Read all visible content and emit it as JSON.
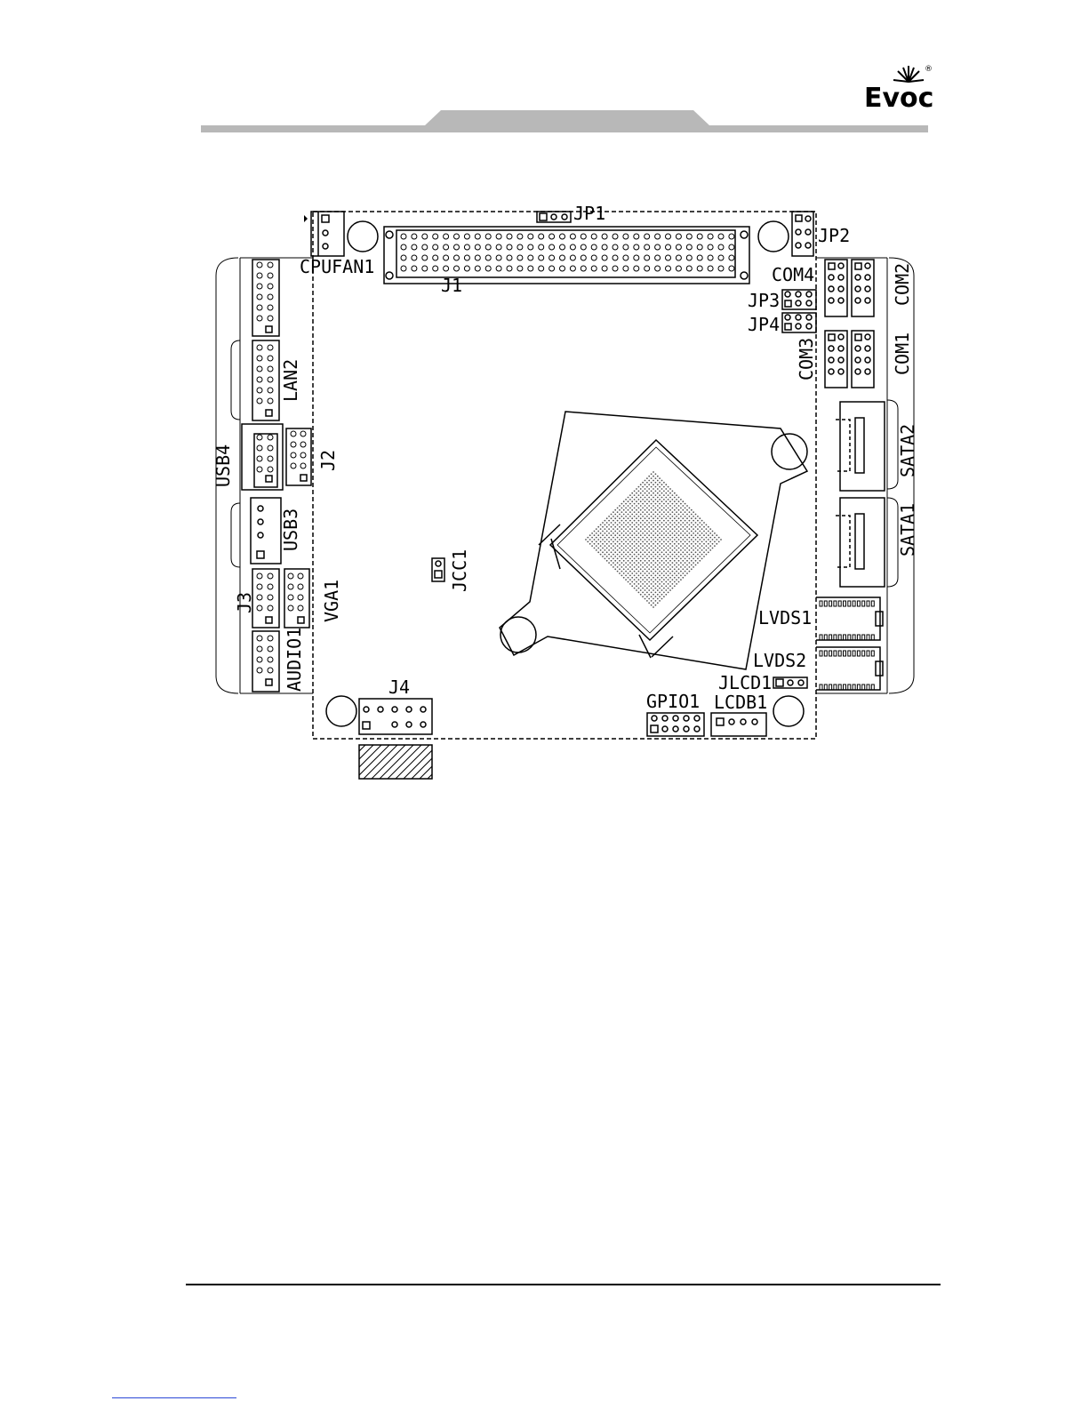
{
  "header": {
    "logo_text": "Evoc",
    "logo_registered": "®"
  },
  "board": {
    "labels": {
      "jp1": "JP1",
      "jp2": "JP2",
      "cpufan1": "CPUFAN1",
      "j1": "J1",
      "com4": "COM4",
      "com2": "COM2",
      "jp3": "JP3",
      "jp4": "JP4",
      "com3": "COM3",
      "com1": "COM1",
      "lan2": "LAN2",
      "usb4": "USB4",
      "j2": "J2",
      "usb3": "USB3",
      "sata2": "SATA2",
      "sata1": "SATA1",
      "jcc1": "JCC1",
      "j3": "J3",
      "vga1": "VGA1",
      "audio1": "AUDIO1",
      "lvds1": "LVDS1",
      "lvds2": "LVDS2",
      "jlcd1": "JLCD1",
      "j4": "J4",
      "gpio1": "GPIO1",
      "lcdb1": "LCDB1"
    }
  },
  "colors": {
    "header_band": "#b8b8b8",
    "line": "#000000",
    "footer_link": "#2b47d6"
  }
}
